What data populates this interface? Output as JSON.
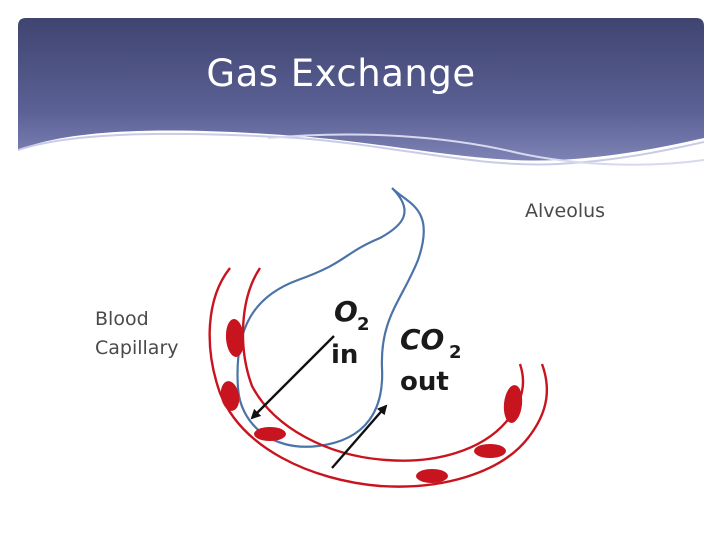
{
  "slide": {
    "title": "Gas Exchange"
  },
  "diagram": {
    "labels": {
      "alveolus": "Alveolus",
      "blood_line1": "Blood",
      "blood_line2": "Capillary",
      "o2_base": "O",
      "o2_sub": "2",
      "o2_dir": "in",
      "co2_base": "CO",
      "co2_sub": "2",
      "co2_dir": "out"
    },
    "colors": {
      "alveolus_wall": "#4a74a8",
      "capillary_wall": "#c8141e",
      "red_cell": "#c8141e",
      "arrow": "#111111",
      "header_dark": "#3f4470",
      "header_light": "#8d93c4"
    }
  }
}
